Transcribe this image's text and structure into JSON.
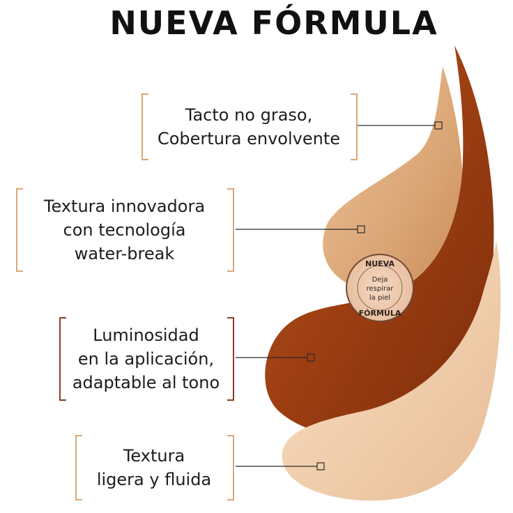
{
  "title": "NUEVA FÓRMULA",
  "features": [
    {
      "line1": "Tacto no graso,",
      "line2": "Cobertura envolvente",
      "line3": ""
    },
    {
      "line1": "Textura innovadora",
      "line2": "con tecnología",
      "line3": "water-break"
    },
    {
      "line1": "Luminosidad",
      "line2": "en la aplicación,",
      "line3": "adaptable al tono"
    },
    {
      "line1": "Textura",
      "line2": "ligera y fluida",
      "line3": ""
    }
  ],
  "badge": {
    "top": "NUEVA",
    "bottom": "FÓRMULA",
    "line1": "Deja",
    "line2": "respirar",
    "line3": "la piel"
  },
  "colors": {
    "bracket_light": "#d9a777",
    "bracket_dark": "#8a4020",
    "swatch_light": "#f1cfae",
    "swatch_medium": "#d9a275",
    "swatch_dark": "#9c3e12"
  }
}
